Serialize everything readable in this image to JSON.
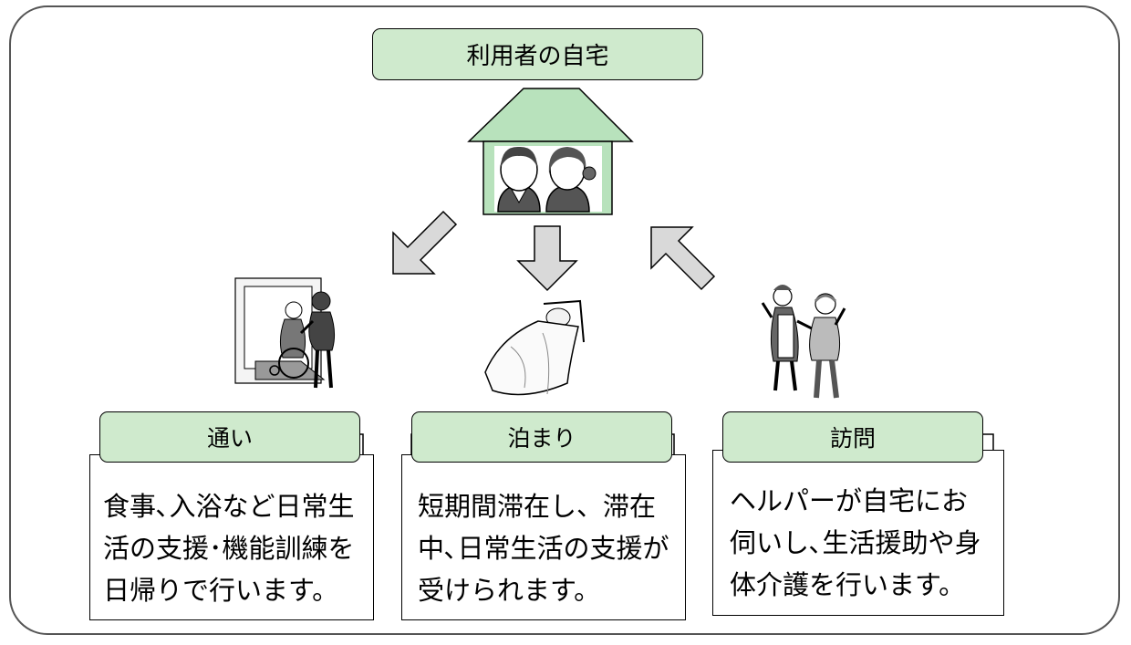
{
  "top": {
    "title": "利用者の自宅"
  },
  "services": [
    {
      "label": "通い",
      "lines": [
        "食事､入浴など日常生",
        "活の支援･機能訓練を",
        "日帰りで行います。"
      ]
    },
    {
      "label": "泊まり",
      "lines": [
        "短期間滞在し、滞在",
        "中､日常生活の支援が",
        "受けられます。"
      ]
    },
    {
      "label": "訪問",
      "lines": [
        "ヘルパーが自宅にお",
        "伺いし､生活援助や身",
        "体介護を行います。"
      ]
    }
  ],
  "colors": {
    "label_fill": "#cfeacd",
    "house_fill": "#b8e2bc",
    "arrow_fill": "#d9d9d9"
  },
  "icons": [
    "house-icon",
    "elderly-couple-icon",
    "wheelchair-caregiver-icon",
    "bed-patient-icon",
    "helper-walking-icon",
    "arrow-down-left-icon",
    "arrow-down-icon",
    "arrow-up-left-icon"
  ]
}
